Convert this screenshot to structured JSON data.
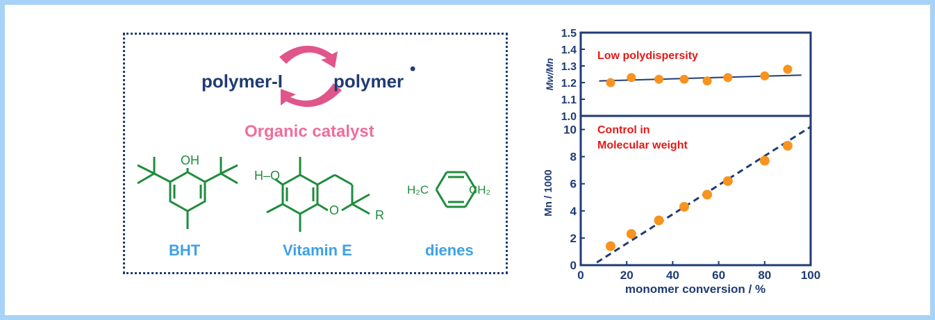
{
  "scheme": {
    "left_species": "polymer-I",
    "right_species": "polymer",
    "radical_dot": "•",
    "catalyst_caption": "Organic catalyst",
    "compounds": [
      {
        "name": "BHT",
        "label_OH": "OH"
      },
      {
        "name": "Vitamin E",
        "label_HO": "H–O",
        "label_O": "O",
        "label_R": "R"
      },
      {
        "name": "dienes",
        "label_left": "H₂C",
        "label_right": "CH₂"
      }
    ],
    "colors": {
      "navy": "#1f3b73",
      "pink": "#ef6e9c",
      "arrow_pink": "#e0558a",
      "green": "#1e8c3c",
      "blue": "#3da1e8",
      "frame": "#a9d3f6"
    }
  },
  "chart_data": [
    {
      "type": "scatter",
      "title": "Low polydispersity",
      "ylabel": "Mw/Mn",
      "ylim": [
        1.0,
        1.5
      ],
      "yticks": [
        "1.0",
        "1.1",
        "1.2",
        "1.3",
        "1.4",
        "1.5"
      ],
      "xlim": [
        0,
        100
      ],
      "x": [
        13,
        22,
        34,
        45,
        55,
        64,
        80,
        90
      ],
      "y": [
        1.2,
        1.23,
        1.22,
        1.22,
        1.21,
        1.23,
        1.24,
        1.28
      ],
      "fit_line": {
        "style": "solid",
        "x": [
          8,
          96
        ],
        "y": [
          1.21,
          1.245
        ]
      },
      "marker_color": "#f7931e",
      "line_color": "#1f3b73"
    },
    {
      "type": "scatter",
      "title": "Control in\nMolecular weight",
      "title_lines": [
        "Control in",
        "Molecular weight"
      ],
      "xlabel": "monomer conversion / %",
      "ylabel": "Mn / 1000",
      "xlim": [
        0,
        100
      ],
      "ylim": [
        0,
        11
      ],
      "xticks": [
        "0",
        "20",
        "40",
        "60",
        "80",
        "100"
      ],
      "yticks": [
        "0",
        "2",
        "4",
        "6",
        "8",
        "10"
      ],
      "x": [
        13,
        22,
        34,
        45,
        55,
        64,
        80,
        90
      ],
      "y": [
        1.4,
        2.3,
        3.3,
        4.3,
        5.2,
        6.2,
        7.7,
        8.8
      ],
      "fit_line": {
        "style": "dashed",
        "x": [
          7,
          100
        ],
        "y": [
          0.2,
          10.2
        ]
      },
      "marker_color": "#f7931e",
      "line_color": "#1f3b73"
    }
  ]
}
